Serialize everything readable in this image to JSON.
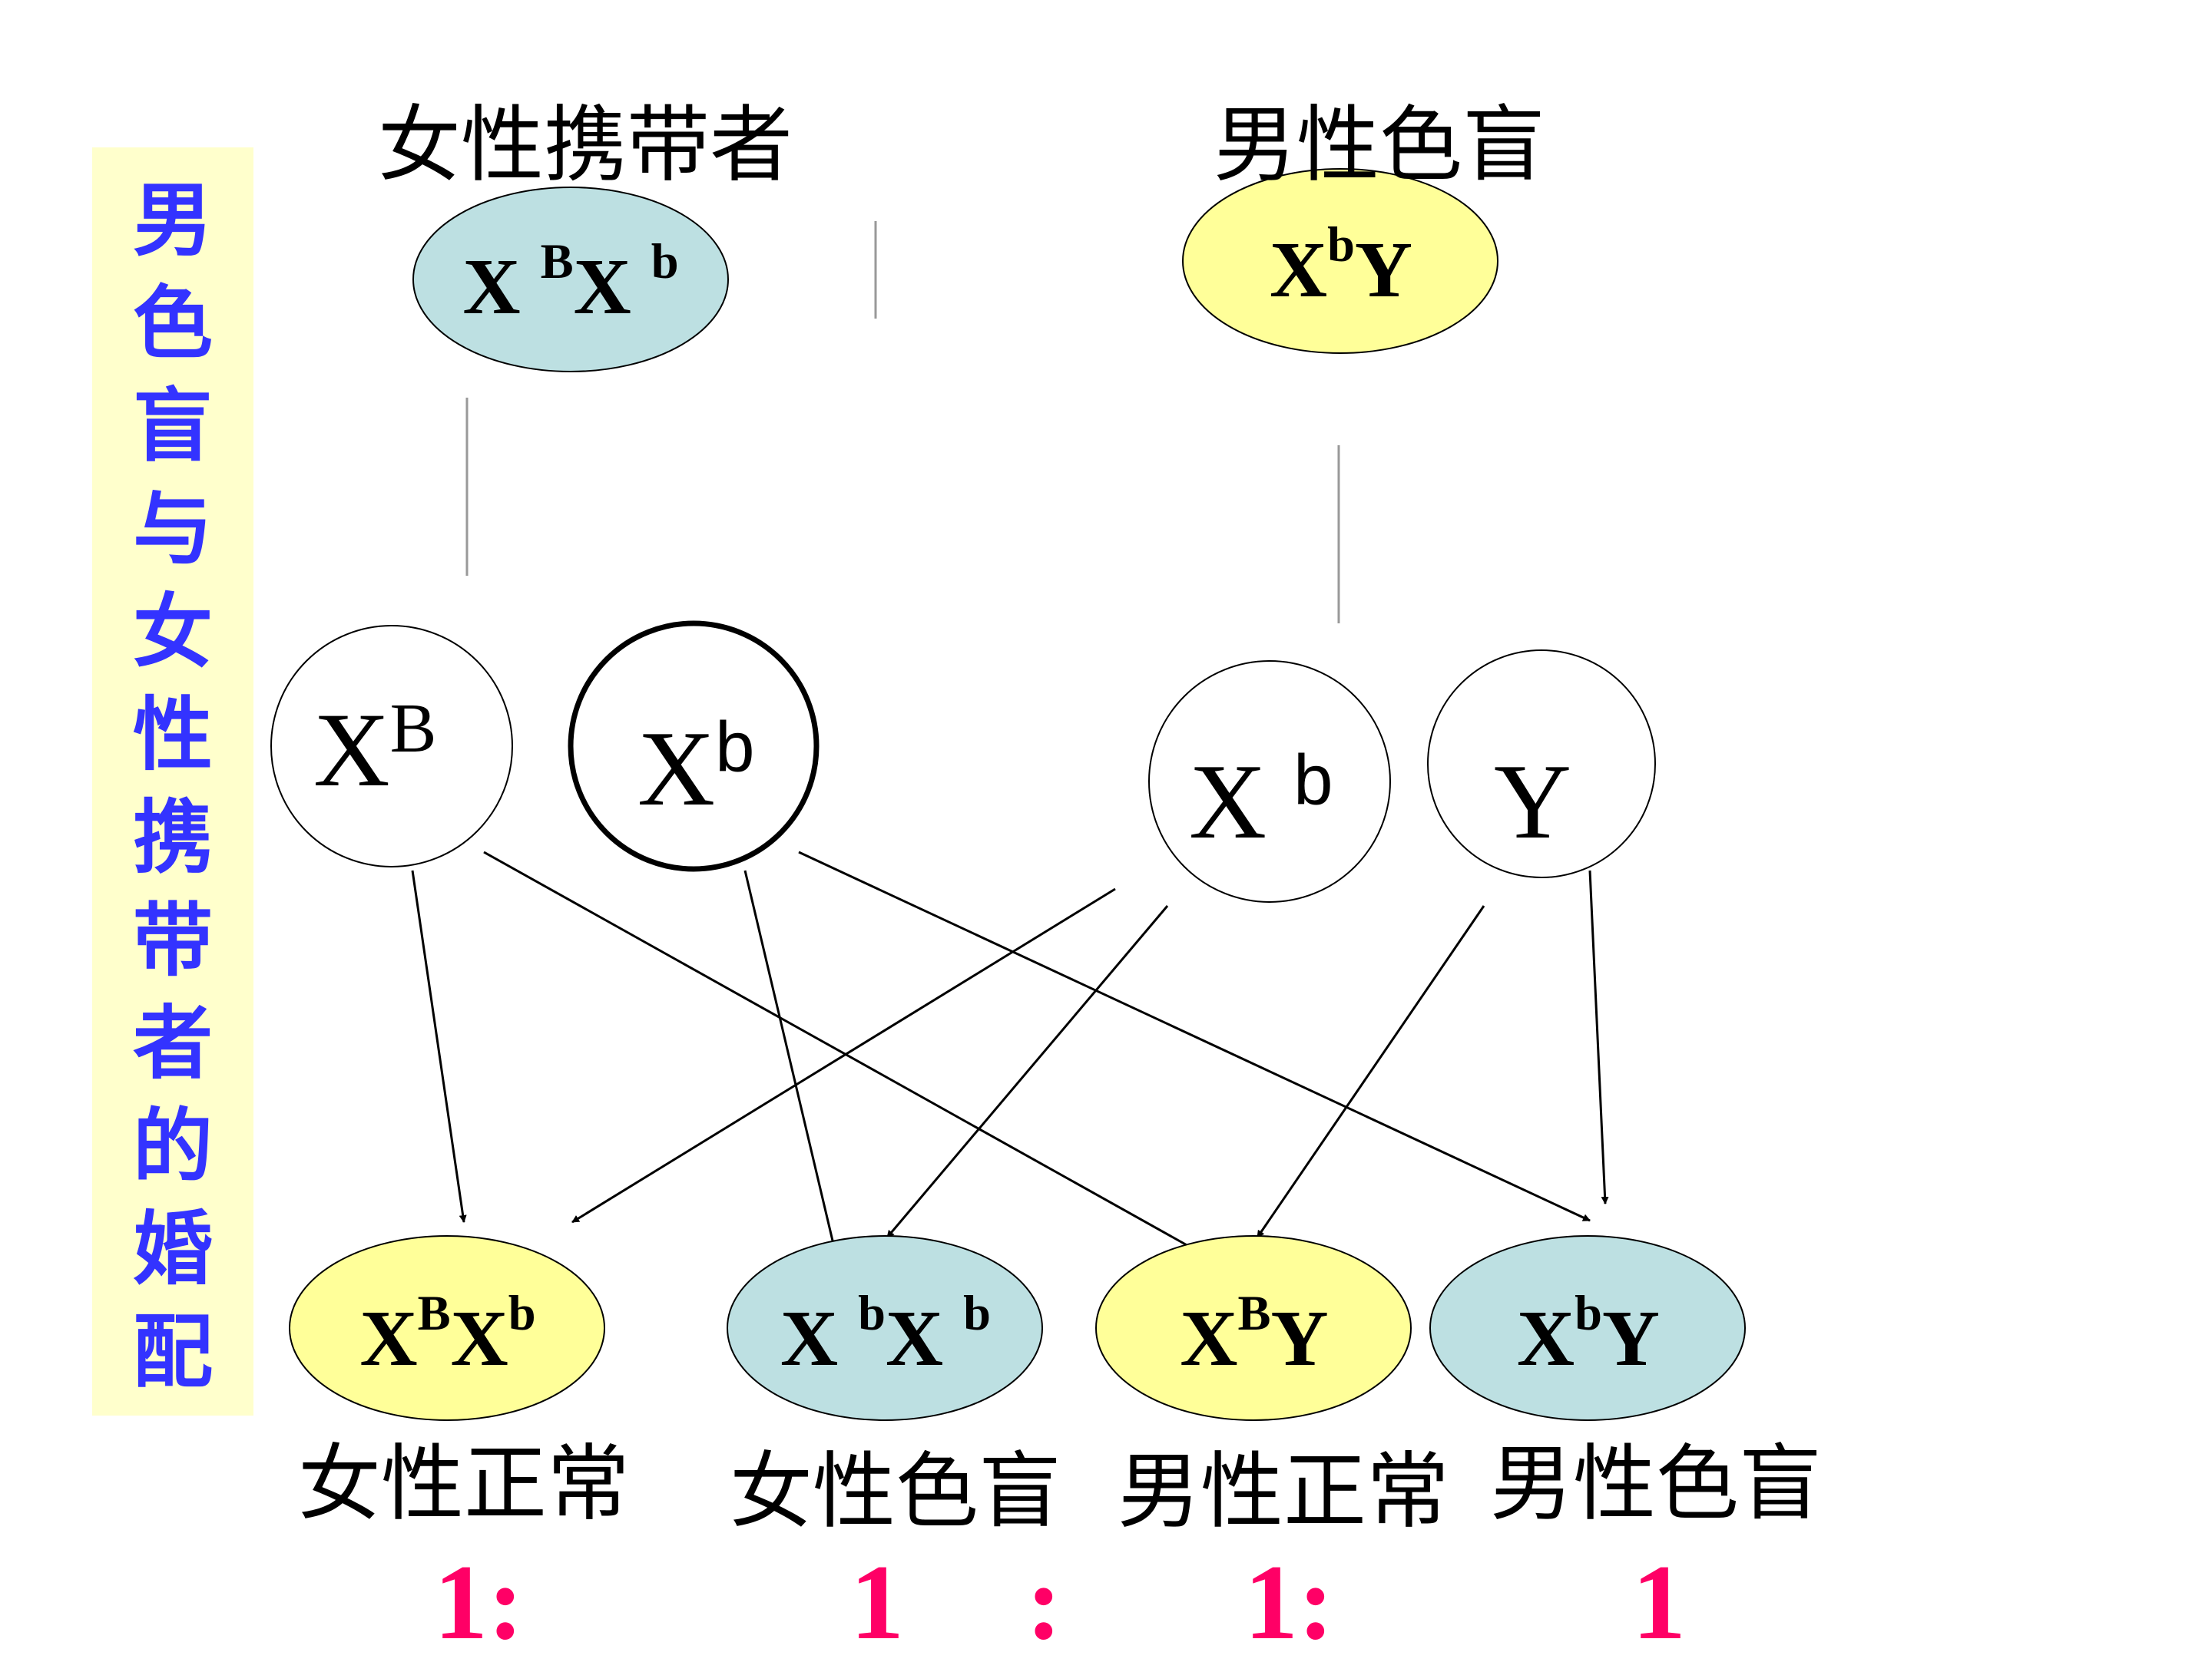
{
  "sidebar": {
    "title": "男\n色\n盲\n与\n女\n性\n携\n带\n者\n的\n婚\n配"
  },
  "parents": {
    "mother": {
      "label": "女性携带者",
      "base1": "X",
      "sup1": "B",
      "base2": "X",
      "sup2": "b"
    },
    "father": {
      "label": "男性色盲",
      "base1": "X",
      "sup1": "b",
      "base2": "Y",
      "sup2": ""
    }
  },
  "gametes": [
    {
      "base": "X",
      "sup": "B"
    },
    {
      "base": "X",
      "sup": "b"
    },
    {
      "base": "X",
      "sup": "b"
    },
    {
      "base": "Y",
      "sup": ""
    }
  ],
  "offspring": [
    {
      "base1": "X",
      "sup1": "B",
      "base2": "X",
      "sup2": "b",
      "label": "女性正常"
    },
    {
      "base1": "X",
      "sup1": "b",
      "base2": "X",
      "sup2": "b",
      "label": "女性色盲"
    },
    {
      "base1": "X",
      "sup1": "B",
      "base2": "Y",
      "sup2": "",
      "label": "男性正常"
    },
    {
      "base1": "X",
      "sup1": "b",
      "base2": "Y",
      "sup2": "",
      "label": "男性色盲"
    }
  ],
  "ratio": [
    "1:",
    "1",
    ":",
    "1:",
    "1"
  ],
  "colors": {
    "carrier_fill": "#bde0e2",
    "affected_fill": "#ffff99",
    "sidebar_bg": "#ffffcc",
    "sidebar_text": "#3333ff",
    "ratio_text": "#ff0066"
  }
}
